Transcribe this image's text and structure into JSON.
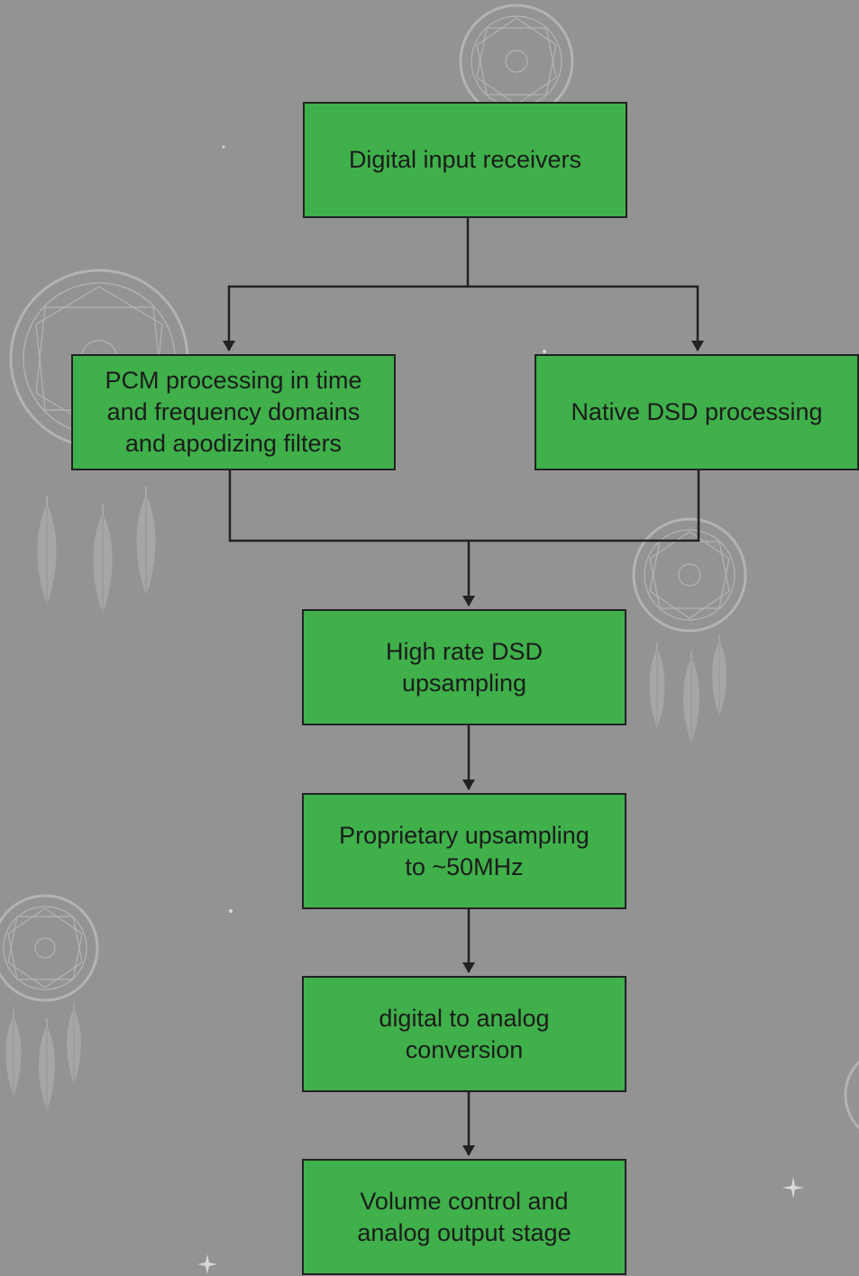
{
  "colors": {
    "background": "#939393",
    "box_fill": "#3fb04a",
    "box_border": "#222222",
    "connector": "#222222",
    "decoration": "#b3b3b3"
  },
  "nodes": {
    "input": "Digital input receivers",
    "pcm": "PCM processing in time\nand frequency domains\nand apodizing filters",
    "dsd": "Native DSD processing",
    "high_rate": "High rate DSD\nupsampling",
    "proprietary": "Proprietary upsampling\nto ~50MHz",
    "dac": "digital to analog\nconversion",
    "volume": "Volume control and\nanalog output stage"
  },
  "edges": [
    [
      "input",
      "pcm"
    ],
    [
      "input",
      "dsd"
    ],
    [
      "pcm",
      "high_rate"
    ],
    [
      "dsd",
      "high_rate"
    ],
    [
      "high_rate",
      "proprietary"
    ],
    [
      "proprietary",
      "dac"
    ],
    [
      "dac",
      "volume"
    ]
  ],
  "background_icons": [
    "dreamcatcher-icon",
    "star-icon"
  ]
}
